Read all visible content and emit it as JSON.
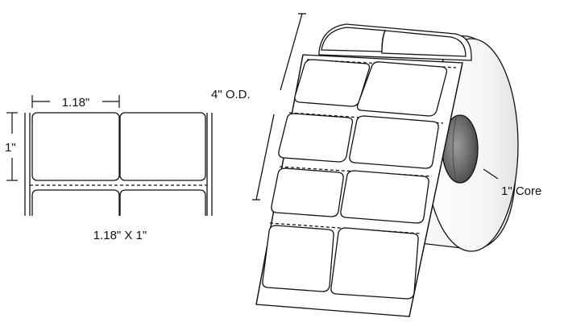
{
  "flat_view": {
    "width_label": "1.18\"",
    "height_label": "1\"",
    "size_caption": "1.18\" X 1\""
  },
  "roll_view": {
    "od_label": "4\" O.D.",
    "core_label": "1\" Core"
  },
  "colors": {
    "stroke": "#111111",
    "label_fill": "#ffffff",
    "core_dark": "#6b6b6b"
  }
}
